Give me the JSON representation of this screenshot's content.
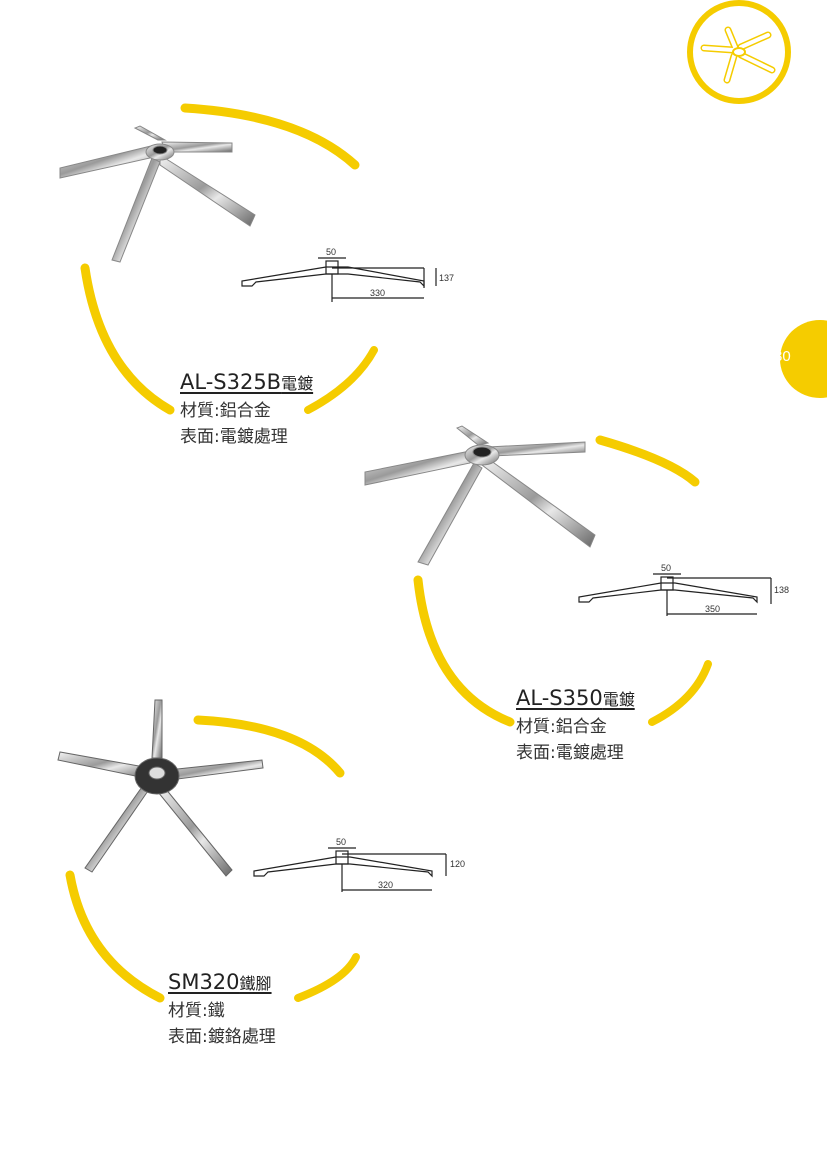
{
  "page_number": "30",
  "accent_color": "#f5cc00",
  "products": [
    {
      "model": "AL-S325B",
      "model_suffix": "電鍍",
      "material": "材質:鋁合金",
      "finish": "表面:電鍍處理",
      "dimensions": {
        "hub": "50",
        "height": "137",
        "radius": "330"
      }
    },
    {
      "model": "AL-S350",
      "model_suffix": "電鍍",
      "material": "材質:鋁合金",
      "finish": "表面:電鍍處理",
      "dimensions": {
        "hub": "50",
        "height": "138",
        "radius": "350"
      }
    },
    {
      "model": "SM320",
      "model_suffix": "鐵腳",
      "material": "材質:鐵",
      "finish": "表面:鍍鉻處理",
      "dimensions": {
        "hub": "50",
        "height": "120",
        "radius": "320"
      }
    }
  ]
}
